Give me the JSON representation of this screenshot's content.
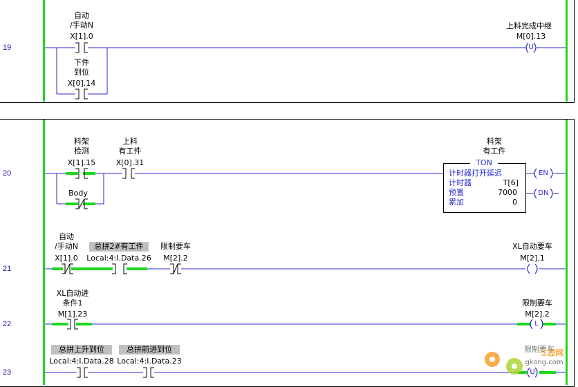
{
  "colors": {
    "rung": "#2a2ad0",
    "energized": "#1ed81e",
    "rail": "#1ed81e",
    "tag_bg": "#c0c0c0"
  },
  "rungs": {
    "r19": {
      "number": "19",
      "c1": {
        "desc1": "自动",
        "desc2": "/手动N",
        "addr": "X[1].0"
      },
      "c2": {
        "desc1": "下件",
        "desc2": "到位",
        "addr": "X[0].14"
      },
      "coil": {
        "desc": "上料完成中继",
        "addr": "M[0].13",
        "type": "U"
      }
    },
    "r20": {
      "number": "20",
      "c1": {
        "desc1": "料架",
        "desc2": "检测",
        "addr": "X[1].15"
      },
      "c2": {
        "desc1": "上料",
        "desc2": "有工件",
        "addr": "X[0].31"
      },
      "c3": {
        "desc": "Body"
      },
      "timer": {
        "desc1": "料架",
        "desc2": "有工件",
        "type": "TON",
        "title": "计时器打开延迟",
        "row1_label": "计时器",
        "row1_value": "T[6]",
        "row2_label": "预置",
        "row2_value": "7000",
        "row3_label": "累加",
        "row3_value": "0",
        "en": "EN",
        "dn": "DN"
      }
    },
    "r21": {
      "number": "21",
      "c1": {
        "desc1": "自动",
        "desc2": "/手动N",
        "addr": "X[1].0"
      },
      "c2": {
        "tag": "总拼2#有工件",
        "addr": "Local:4:I.Data.26"
      },
      "c3": {
        "desc": "限制要车",
        "addr": "M[2].2"
      },
      "coil": {
        "desc": "XL自动要车",
        "addr": "M[2].1"
      }
    },
    "r22": {
      "number": "22",
      "c1": {
        "desc1": "XL自动进",
        "desc2": "条件1",
        "addr": "M[1].23"
      },
      "coil": {
        "desc": "限制要车",
        "addr": "M[2].2",
        "type": "L"
      }
    },
    "r23": {
      "number": "23",
      "c1": {
        "tag": "总拼上升到位",
        "addr": "Local:4:I.Data.28"
      },
      "c2": {
        "tag": "总拼前进到位",
        "addr": "Local:4:I.Data.23"
      },
      "coil": {
        "desc": "限制要车",
        "type": "U"
      }
    }
  },
  "watermark": {
    "text": "gkong.com",
    "text_cn": "工控网"
  }
}
